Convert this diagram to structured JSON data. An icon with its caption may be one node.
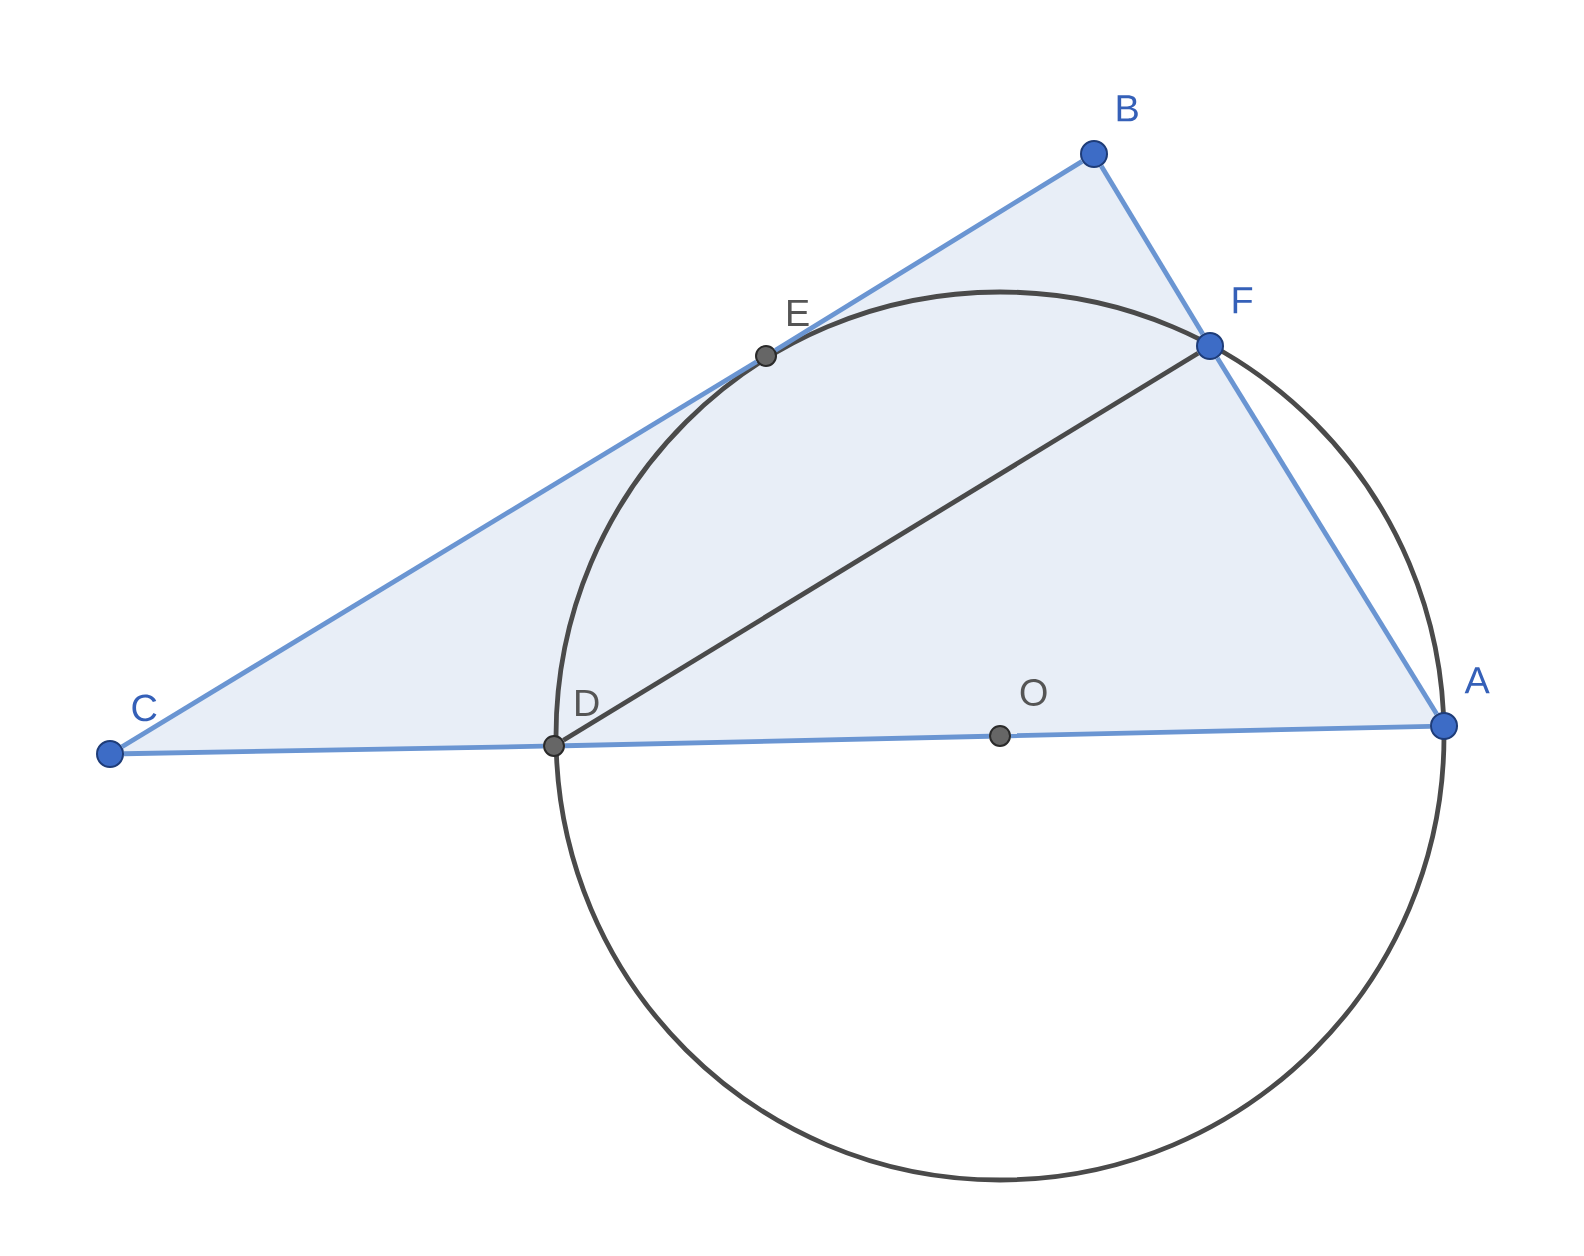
{
  "diagram": {
    "nodes": [
      {
        "text": [
          "A"
        ]
      },
      {
        "text": [
          "B"
        ]
      },
      {
        "text": [
          "C"
        ]
      },
      {
        "text": [
          "D"
        ]
      },
      {
        "text": [
          "E"
        ]
      },
      {
        "text": [
          "F"
        ]
      },
      {
        "text": [
          "O"
        ]
      }
    ],
    "edges": [
      {
        "from": 2,
        "to": 4,
        "arrow": "none"
      },
      {
        "from": 4,
        "to": 1,
        "arrow": "none"
      },
      {
        "from": 1,
        "to": 5,
        "arrow": "none"
      },
      {
        "from": 5,
        "to": 0,
        "arrow": "none"
      },
      {
        "from": 0,
        "to": 6,
        "arrow": "none"
      },
      {
        "from": 6,
        "to": 3,
        "arrow": "none"
      },
      {
        "from": 3,
        "to": 2,
        "arrow": "none"
      },
      {
        "from": 3,
        "to": 5,
        "arrow": "none",
        "color": "#4a4a4a"
      }
    ]
  }
}
